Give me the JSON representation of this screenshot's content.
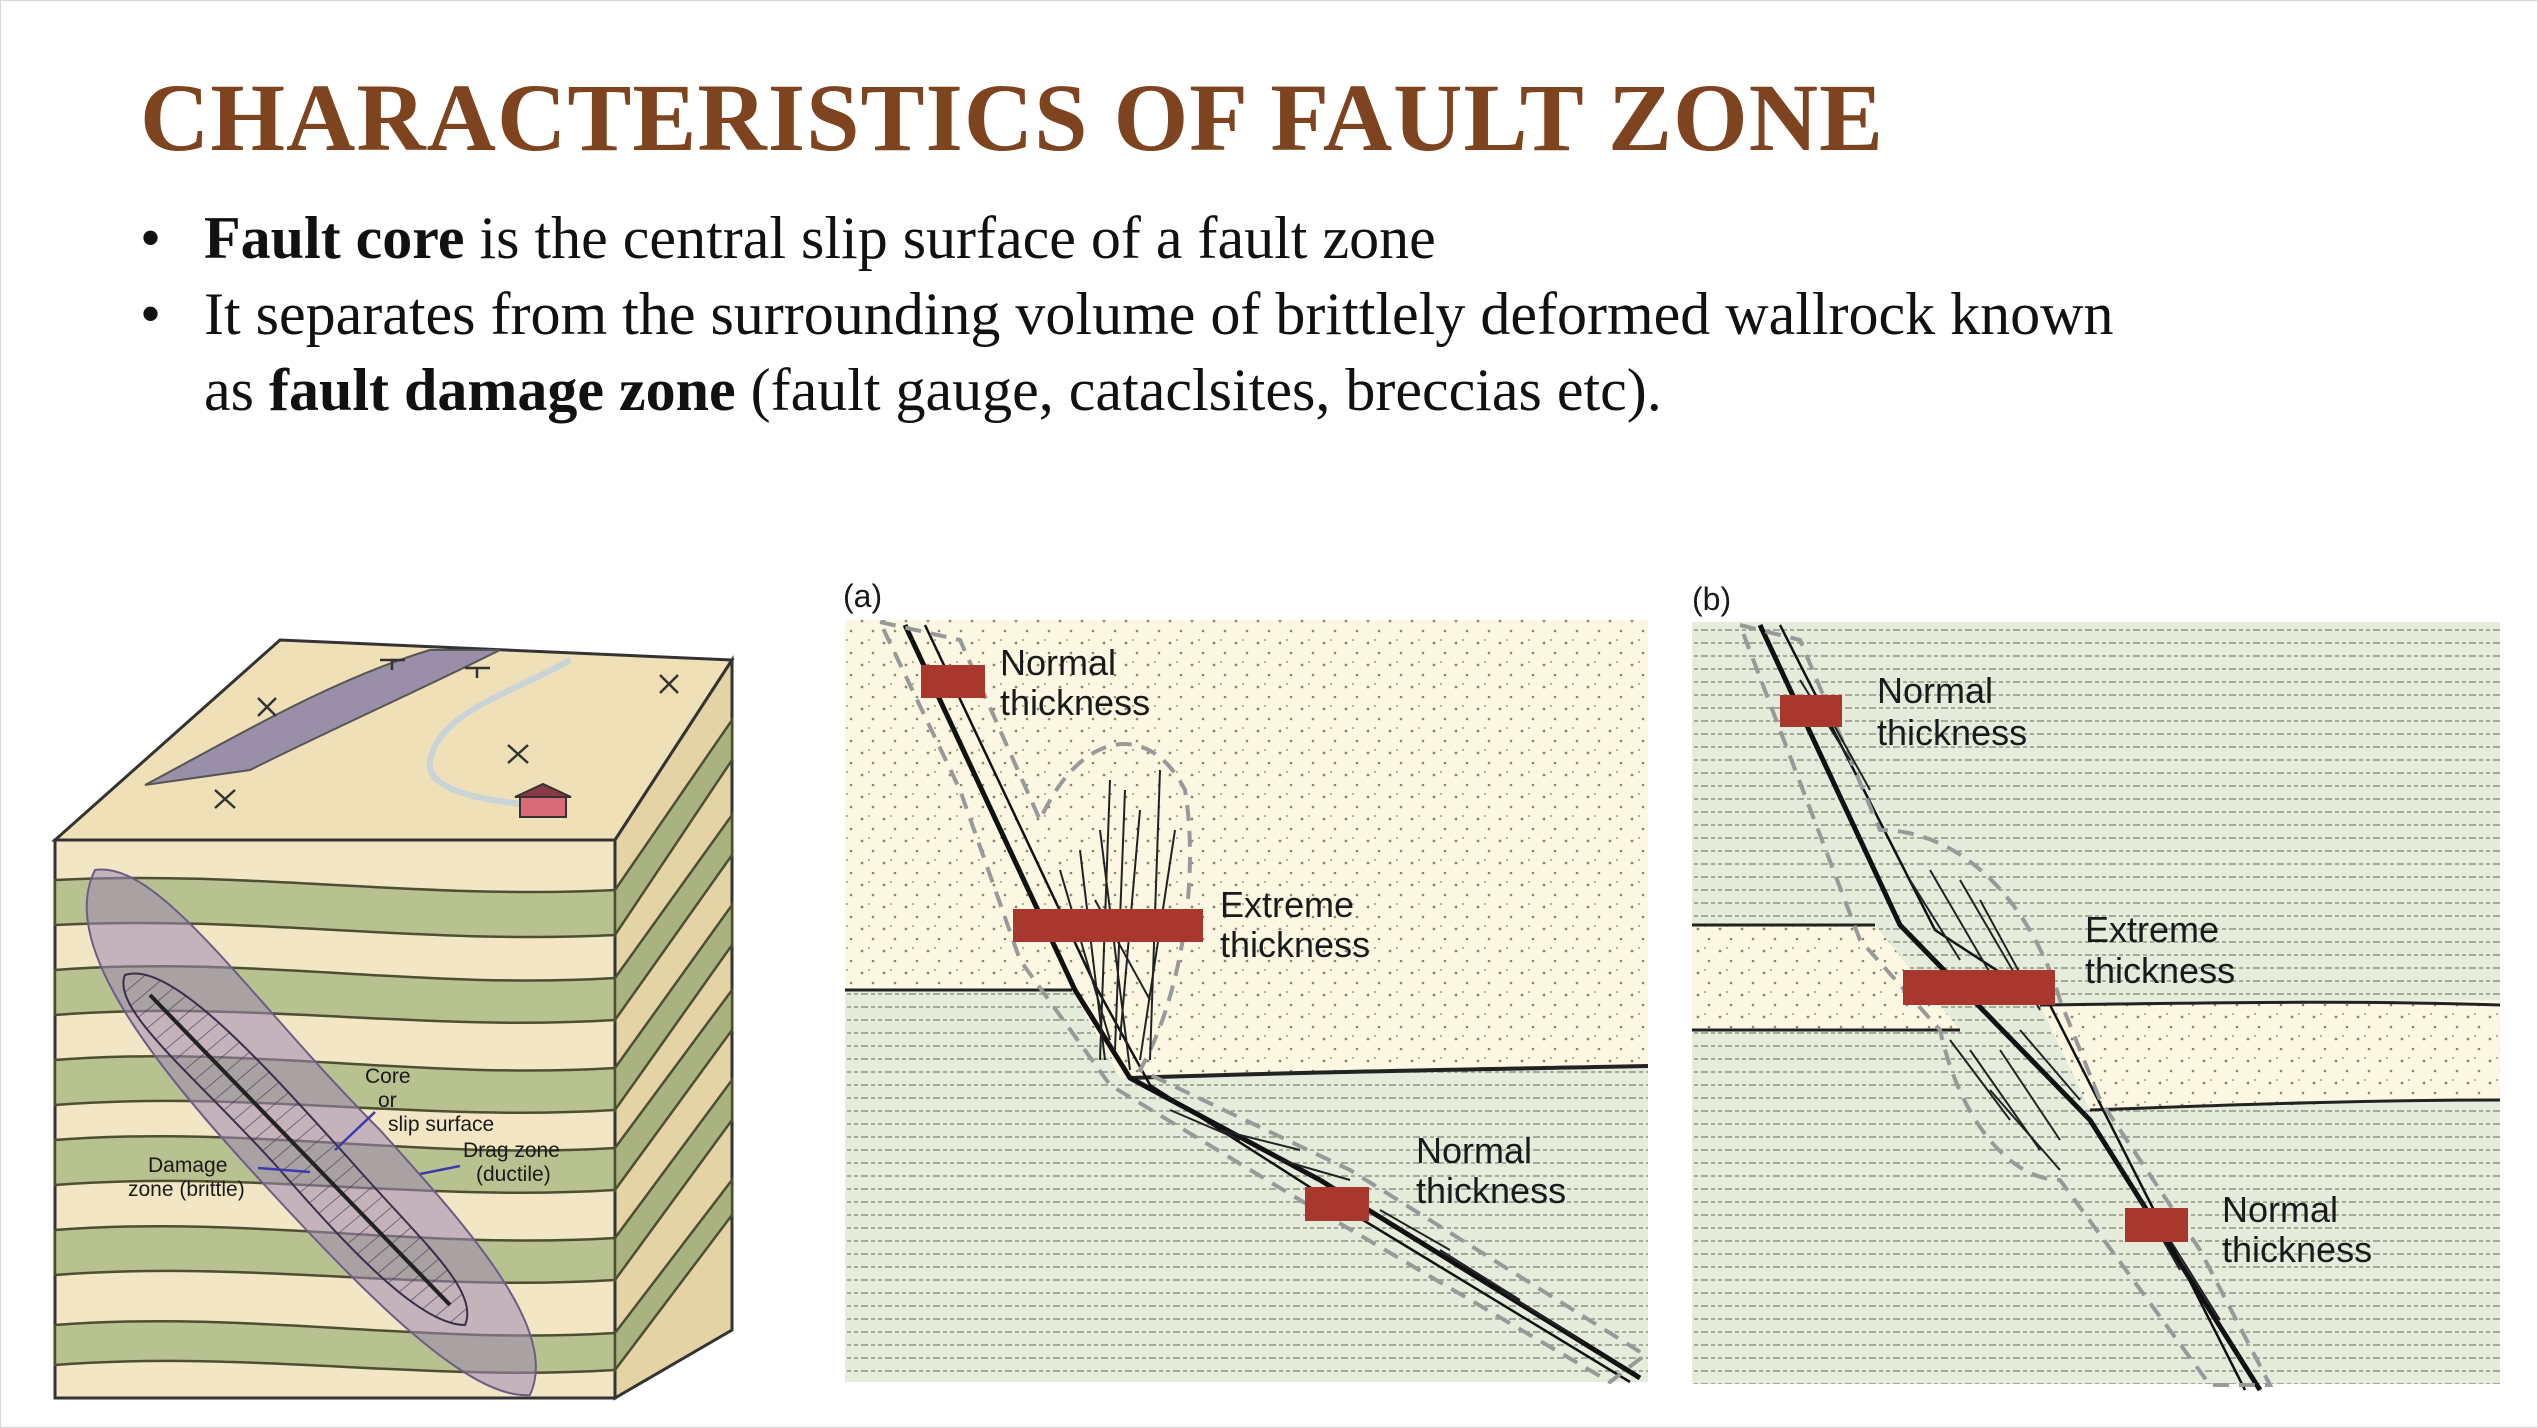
{
  "slide": {
    "title": "CHARACTERISTICS OF FAULT ZONE",
    "bullets": [
      {
        "bold": "Fault core",
        "text": " is the central slip surface of a fault zone"
      },
      {
        "line1": "It separates from the surrounding volume of brittlely deformed wallrock known",
        "line2_pre": "as ",
        "bold": "fault damage zone",
        "line2_post": " (fault gauge, cataclsites, breccias etc)."
      }
    ],
    "bullet_symbol": "•"
  },
  "block_diagram": {
    "labels": {
      "core_l1": "Core",
      "core_l2": "or",
      "core_l3": "slip surface",
      "drag_l1": "Drag zone",
      "drag_l2": "(ductile)",
      "damage_l1": "Damage",
      "damage_l2": "zone (brittle)"
    },
    "colors": {
      "tan": "#efe0b8",
      "green": "#b8c290",
      "purple": "#8c7aa6"
    }
  },
  "panel_a": {
    "tag": "(a)",
    "normal_top_l1": "Normal",
    "normal_top_l2": "thickness",
    "extreme_l1": "Extreme",
    "extreme_l2": "thickness",
    "normal_bot_l1": "Normal",
    "normal_bot_l2": "thickness"
  },
  "panel_b": {
    "tag": "(b)",
    "normal_top_l1": "Normal",
    "normal_top_l2": "thickness",
    "extreme_l1": "Extreme",
    "extreme_l2": "thickness",
    "normal_bot_l1": "Normal",
    "normal_bot_l2": "thickness"
  },
  "colors": {
    "title": "#7e4420",
    "marker": "#a8382e",
    "sand": "#fbf7e2",
    "shale": "#e6ecdc"
  }
}
